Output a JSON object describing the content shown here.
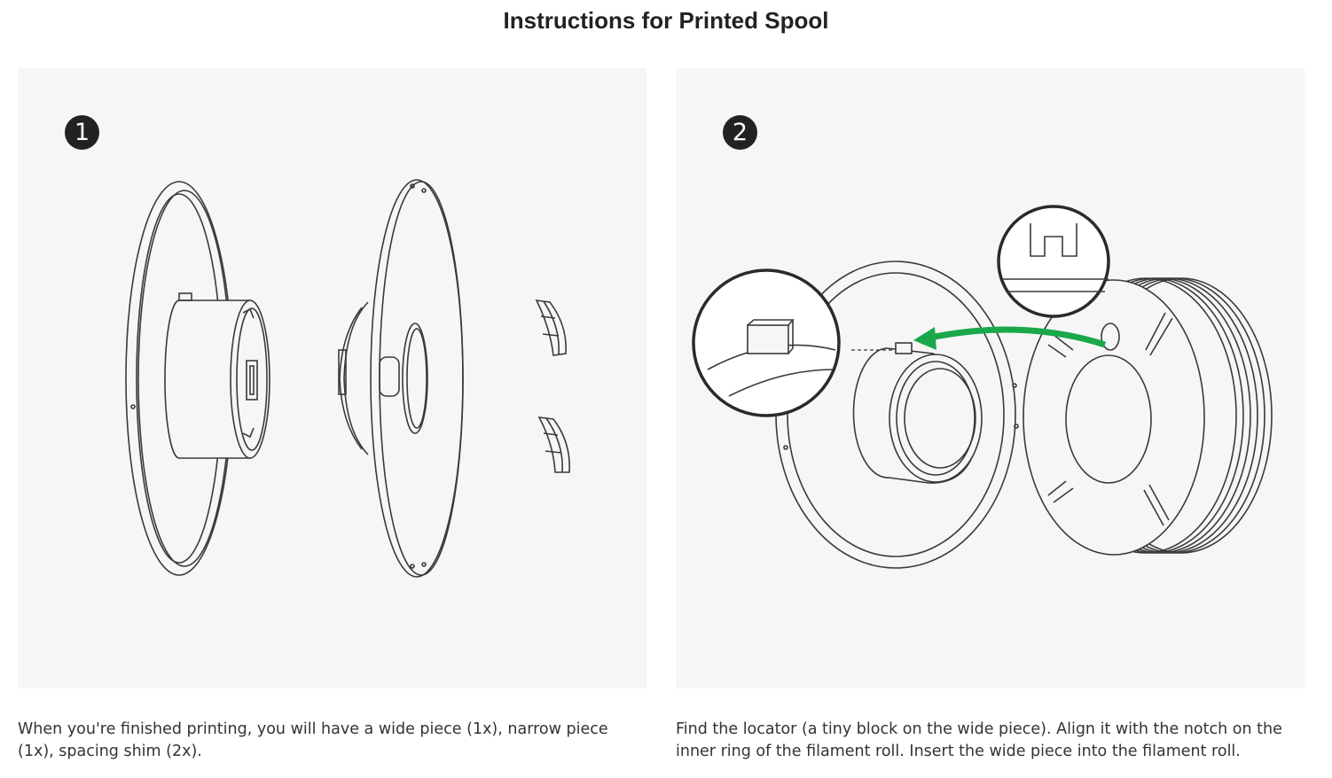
{
  "page": {
    "title": "Instructions for Printed Spool"
  },
  "steps": [
    {
      "number": "1",
      "caption": "When you're finished printing, you will have a wide piece (1x), narrow piece (1x), spacing shim (2x)."
    },
    {
      "number": "2",
      "caption": "Find the locator (a tiny block on the wide piece). Align it with the notch on the inner ring of the filament roll. Insert the wide piece into the filament roll."
    }
  ],
  "colors": {
    "panel_background": "#f6f6f6",
    "badge": "#222222",
    "arrow": "#1aa84a"
  }
}
